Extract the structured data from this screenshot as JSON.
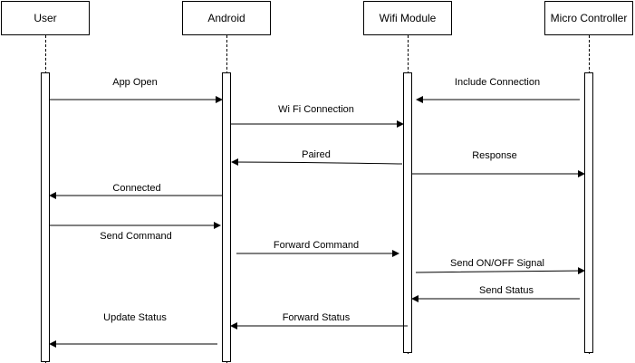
{
  "actors": [
    {
      "id": "user",
      "label": "User"
    },
    {
      "id": "android",
      "label": "Android"
    },
    {
      "id": "wifi",
      "label": "Wifi Module"
    },
    {
      "id": "mcu",
      "label": "Micro Controller"
    }
  ],
  "messages": [
    {
      "label": "App Open",
      "from": "user",
      "to": "android"
    },
    {
      "label": "Include Connection",
      "from": "mcu",
      "to": "wifi"
    },
    {
      "label": "Wi Fi Connection",
      "from": "android",
      "to": "wifi"
    },
    {
      "label": "Paired",
      "from": "wifi",
      "to": "android"
    },
    {
      "label": "Response",
      "from": "wifi",
      "to": "mcu"
    },
    {
      "label": "Connected",
      "from": "android",
      "to": "user"
    },
    {
      "label": "Send Command",
      "from": "user",
      "to": "android"
    },
    {
      "label": "Forward Command",
      "from": "android",
      "to": "wifi"
    },
    {
      "label": "Send ON/OFF Signal",
      "from": "wifi",
      "to": "mcu"
    },
    {
      "label": "Send Status",
      "from": "mcu",
      "to": "wifi"
    },
    {
      "label": "Update Status",
      "from": "android",
      "to": "user"
    },
    {
      "label": "Forward Status",
      "from": "wifi",
      "to": "android"
    }
  ]
}
